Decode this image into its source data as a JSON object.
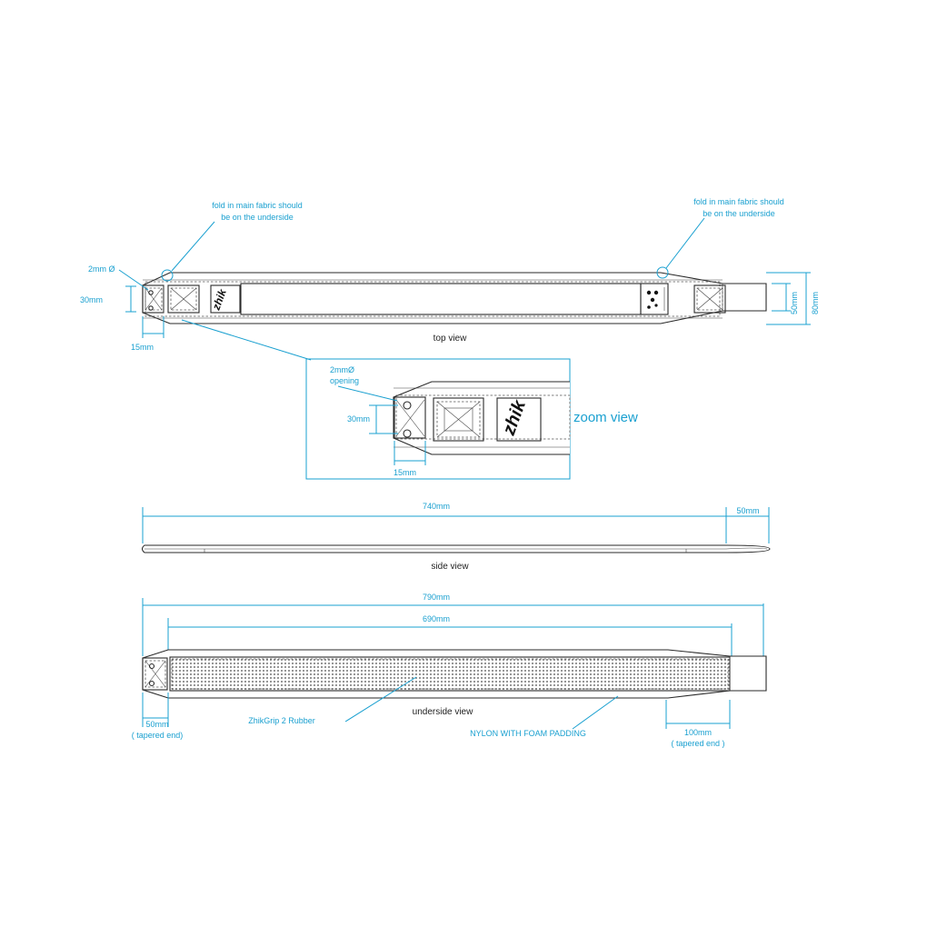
{
  "top_view": {
    "fold_note_left": [
      "fold in main fabric should",
      "be on the underside"
    ],
    "fold_note_right": [
      "fold in main fabric should",
      "be on the underside"
    ],
    "hole_dim": "2mm Ø",
    "end_height_dim": "30mm",
    "end_width_dim": "15mm",
    "inner_height_dim": "50mm",
    "outer_height_dim": "80mm",
    "caption": "top view",
    "logo_text": "zhik"
  },
  "zoom_view": {
    "hole_label": [
      "2mmØ",
      "opening"
    ],
    "height_dim": "30mm",
    "width_dim": "15mm",
    "title": "zoom view",
    "logo_text": "zhik"
  },
  "side_view": {
    "length_dim": "740mm",
    "end_dim": "50mm",
    "caption": "side view"
  },
  "underside_view": {
    "total_length_dim": "790mm",
    "grip_length_dim": "690mm",
    "left_end_dim": [
      "50mm",
      "( tapered end)"
    ],
    "right_end_dim": [
      "100mm",
      "( tapered end )"
    ],
    "grip_label": "ZhikGrip 2 Rubber",
    "caption": "underside view",
    "padding_label": "NYLON WITH FOAM PADDING"
  },
  "colors": {
    "dimension": "#1aa0d0",
    "outline": "#2a2a2a",
    "background": "#ffffff"
  }
}
